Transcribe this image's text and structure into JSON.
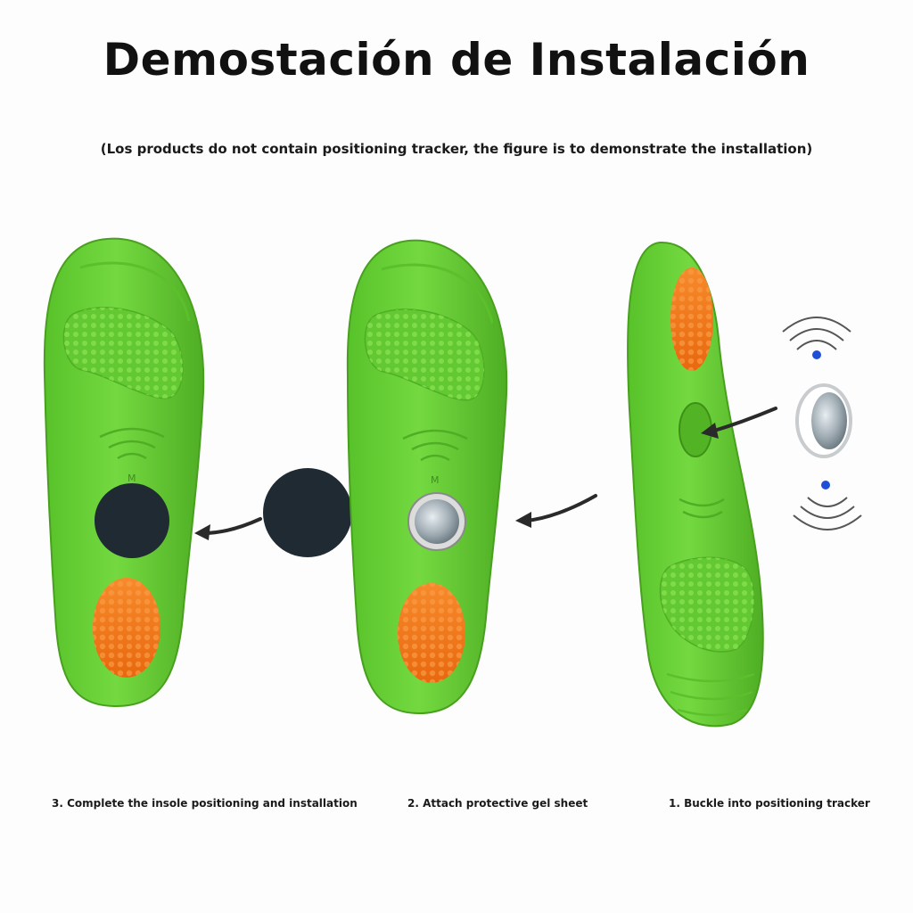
{
  "title": "Demostación de Instalación",
  "subtitle": "(Los products do not contain positioning tracker, the figure is to demonstrate the installation)",
  "steps": [
    {
      "label": "3. Complete the insole positioning and installation"
    },
    {
      "label": "2. Attach protective gel sheet"
    },
    {
      "label": "1. Buckle into positioning tracker"
    }
  ],
  "insole_size_mark": "M",
  "colors": {
    "insole_green": "#6fd13c",
    "insole_dark_green": "#4fae24",
    "heel_pad_orange": "#f47a1a",
    "gel_sheet": "#1f2a33",
    "tracker_dot_blue": "#1f4fd6",
    "arrow": "#2a2a2a"
  }
}
